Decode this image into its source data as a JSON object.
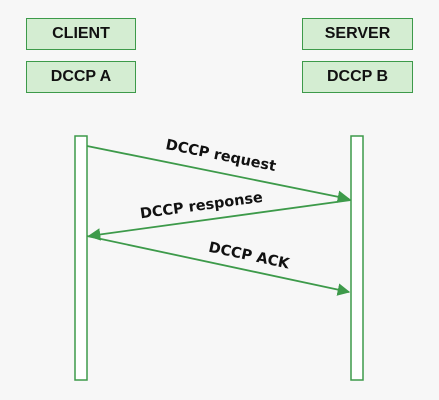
{
  "diagram": {
    "participants": [
      {
        "id": "client",
        "role_label": "CLIENT",
        "endpoint_label": "DCCP A"
      },
      {
        "id": "server",
        "role_label": "SERVER",
        "endpoint_label": "DCCP B"
      }
    ],
    "messages": [
      {
        "label": "DCCP request",
        "from": "client",
        "to": "server"
      },
      {
        "label": "DCCP response",
        "from": "server",
        "to": "client"
      },
      {
        "label": "DCCP ACK",
        "from": "client",
        "to": "server"
      }
    ],
    "colors": {
      "box_fill": "#d4edd2",
      "box_border": "#3d9a4a",
      "line": "#3d9a4a",
      "background": "#f7f7f7",
      "text": "#111111"
    }
  }
}
